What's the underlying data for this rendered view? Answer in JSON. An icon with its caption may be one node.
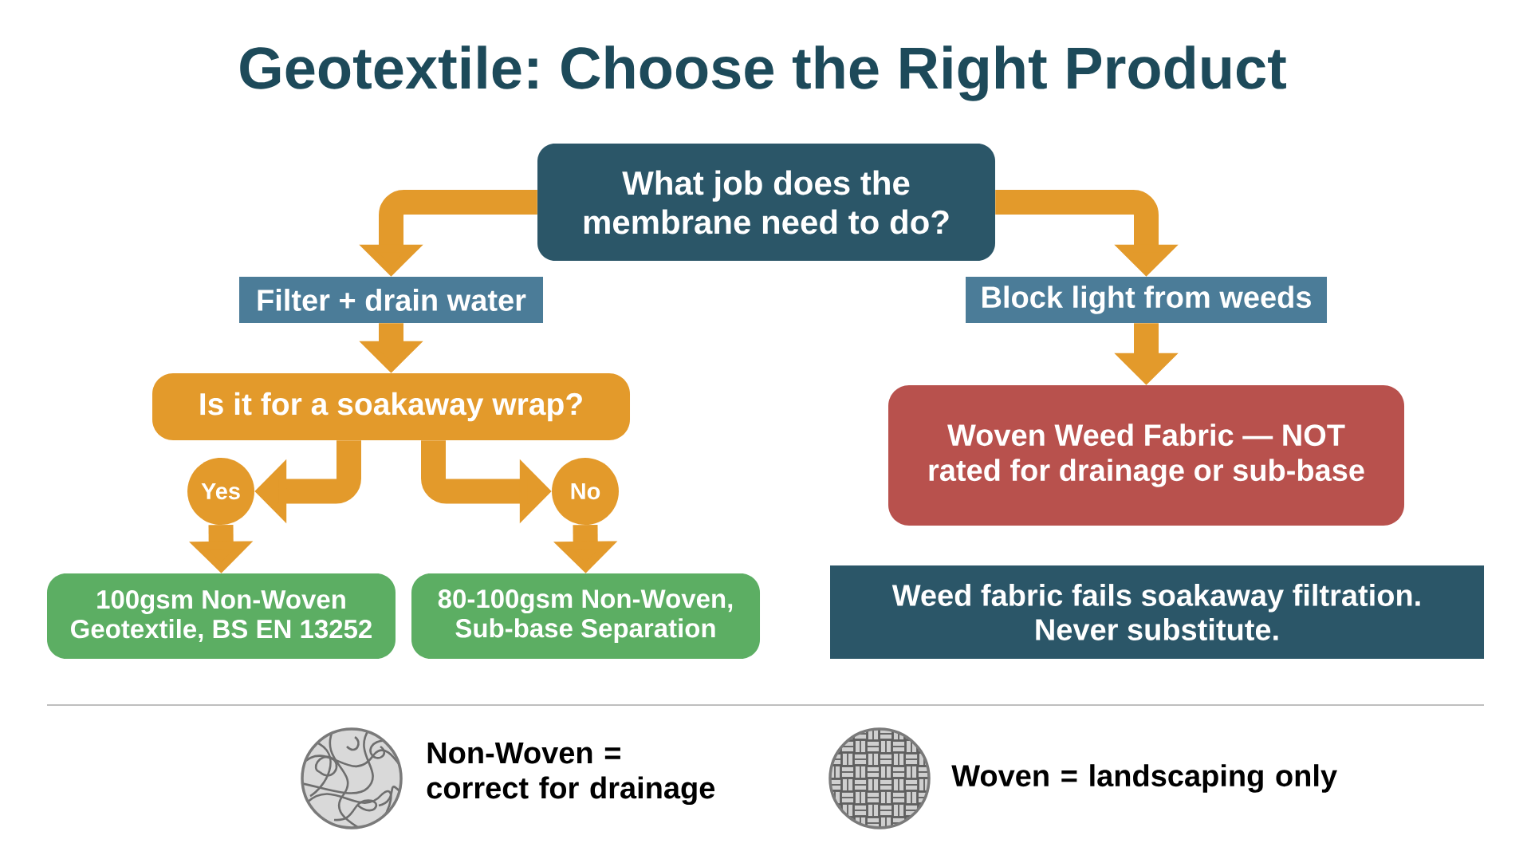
{
  "diagram": {
    "title": "Geotextile: Choose the Right Product",
    "nodes": [
      {
        "text": [
          "What job does the membrane need to do?"
        ]
      },
      {
        "text": [
          "Filter + drain water"
        ]
      },
      {
        "text": [
          "Block light from weeds"
        ]
      },
      {
        "text": [
          "Is it for a soakaway wrap?"
        ]
      },
      {
        "text": [
          "Woven Weed Fabric — NOT rated for drainage or sub-base"
        ]
      },
      {
        "text": [
          "Yes"
        ]
      },
      {
        "text": [
          "No"
        ]
      },
      {
        "text": [
          "100gsm Non-Woven Geotextile, BS EN 13252"
        ]
      },
      {
        "text": [
          "80-100gsm Non-Woven, Sub-base Separation"
        ]
      },
      {
        "text": [
          "Weed fabric fails soakaway filtration. Never substitute."
        ]
      }
    ],
    "edges": [
      {
        "from": 0,
        "to": 1,
        "arrow": "to"
      },
      {
        "from": 0,
        "to": 2,
        "arrow": "to"
      },
      {
        "from": 1,
        "to": 3,
        "arrow": "to"
      },
      {
        "from": 2,
        "to": 4,
        "arrow": "to"
      },
      {
        "from": 3,
        "to": 5,
        "arrow": "to"
      },
      {
        "from": 3,
        "to": 6,
        "arrow": "to"
      },
      {
        "from": 5,
        "to": 7,
        "arrow": "to"
      },
      {
        "from": 6,
        "to": 8,
        "arrow": "to"
      }
    ],
    "legend": [
      {
        "text": "Non-Woven = correct for drainage"
      },
      {
        "text": "Woven = landscaping only"
      }
    ]
  }
}
